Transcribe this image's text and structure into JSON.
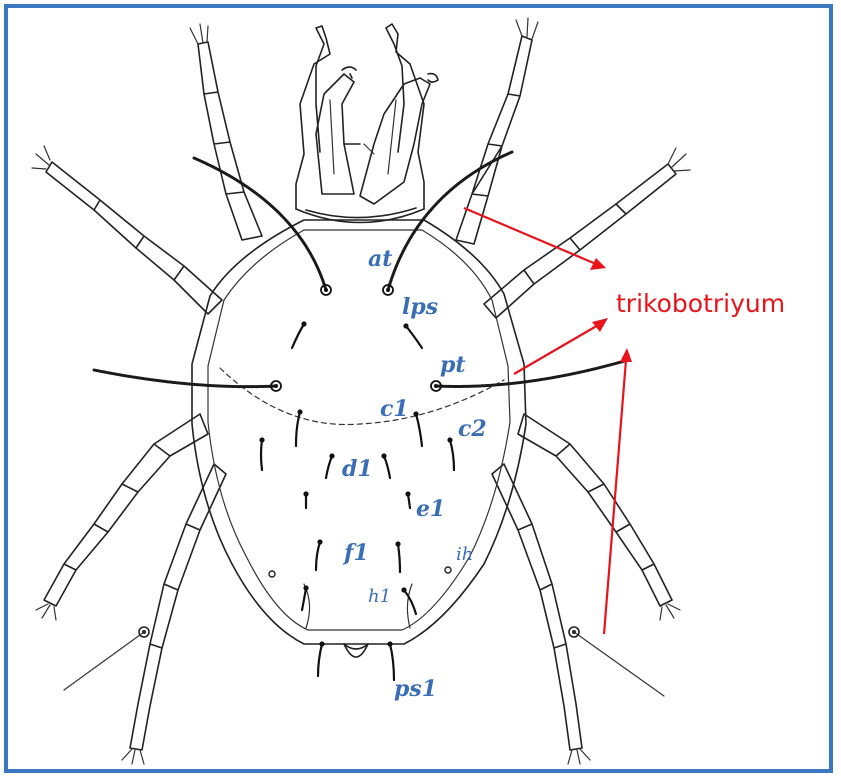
{
  "accent_color": "#e8141c",
  "label_color": "#3b6fb5",
  "frame_color": "#3a78c2",
  "annotation": {
    "text": "trikobotriyum"
  },
  "setae_labels": {
    "at": "at",
    "lps": "lps",
    "pt": "pt",
    "c1": "c1",
    "c2": "c2",
    "d1": "d1",
    "e1": "e1",
    "f1": "f1",
    "ih": "ih",
    "h1": "h1",
    "ps1": "ps1"
  }
}
